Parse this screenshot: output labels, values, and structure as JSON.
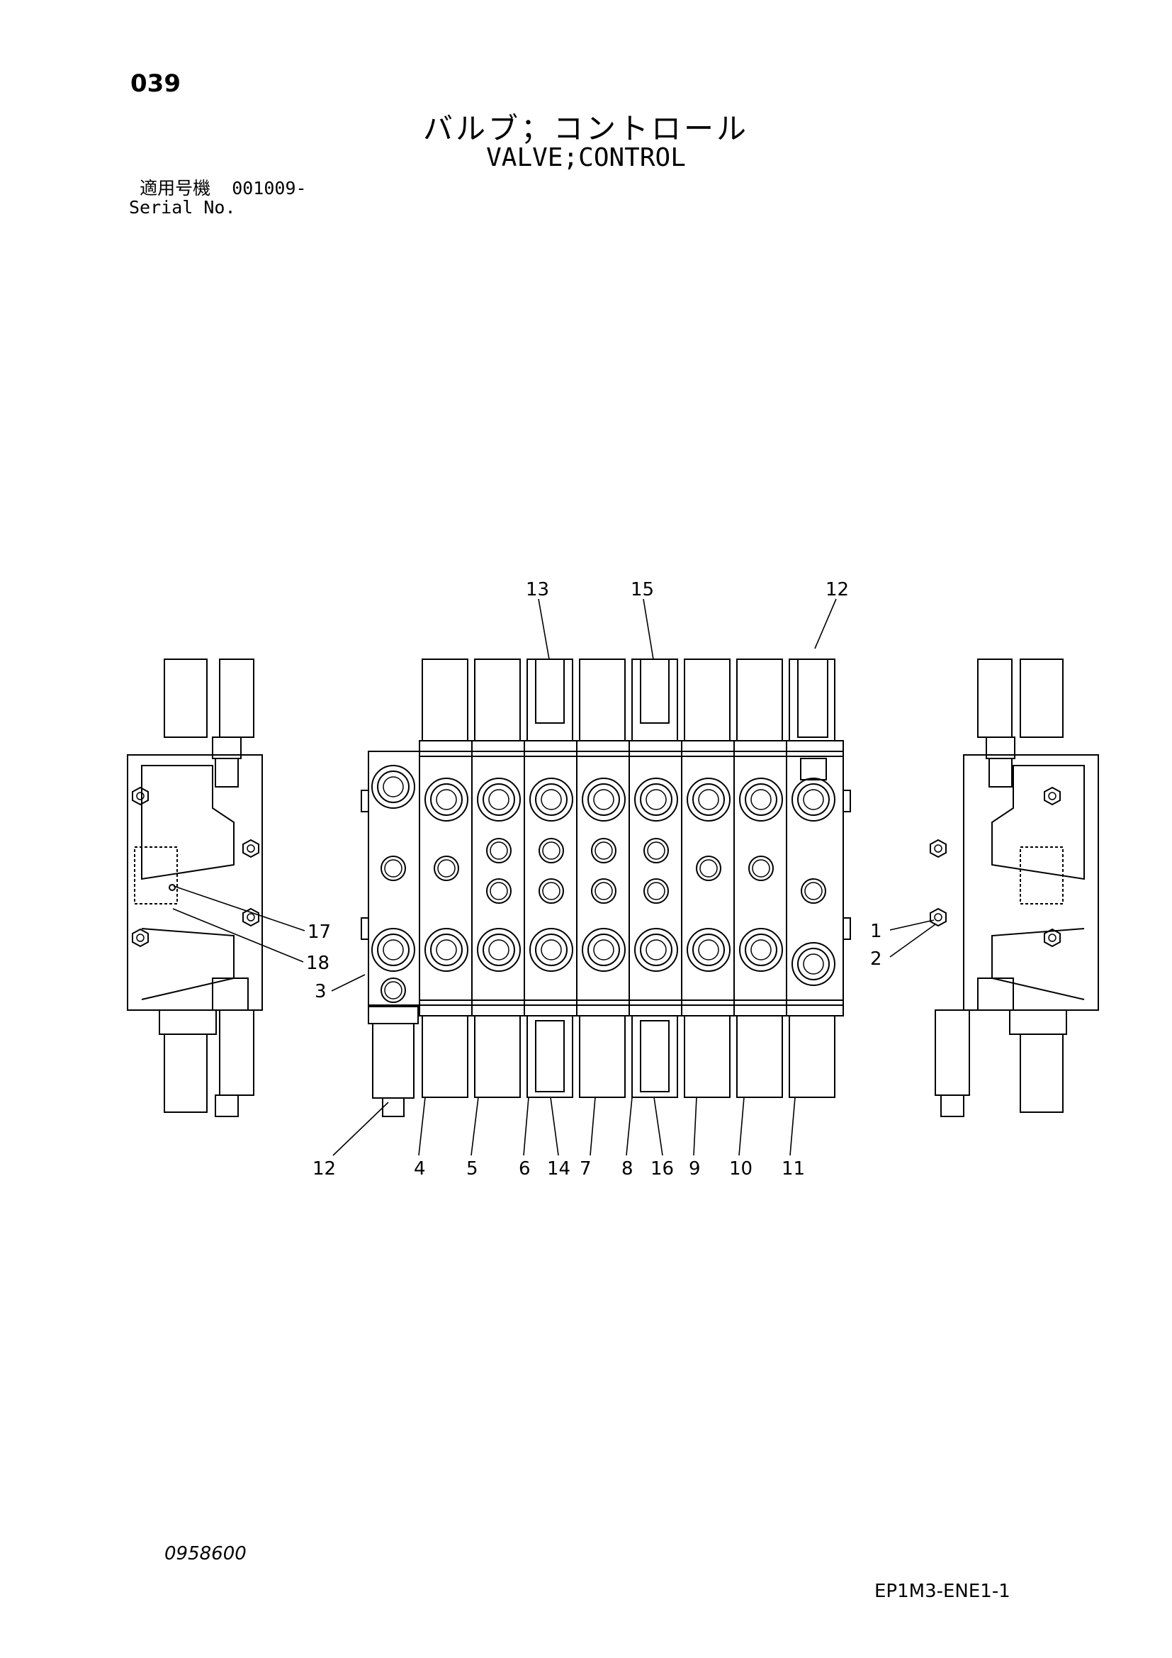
{
  "page_number": "039",
  "title_jp": "バルブ；コントロール",
  "title_en": "VALVE;CONTROL",
  "serial": {
    "label_jp": "適用号機",
    "value": "001009-",
    "label_en": "Serial No."
  },
  "callouts": {
    "c1": "1",
    "c2": "2",
    "c3": "3",
    "c4": "4",
    "c5": "5",
    "c6": "6",
    "c7": "7",
    "c8": "8",
    "c9": "9",
    "c10": "10",
    "c11": "11",
    "c12_top": "12",
    "c12_bottom": "12",
    "c13": "13",
    "c14": "14",
    "c15": "15",
    "c16": "16",
    "c17": "17",
    "c18": "18"
  },
  "figure_code": "0958600",
  "document_code": "EP1M3-ENE1-1"
}
